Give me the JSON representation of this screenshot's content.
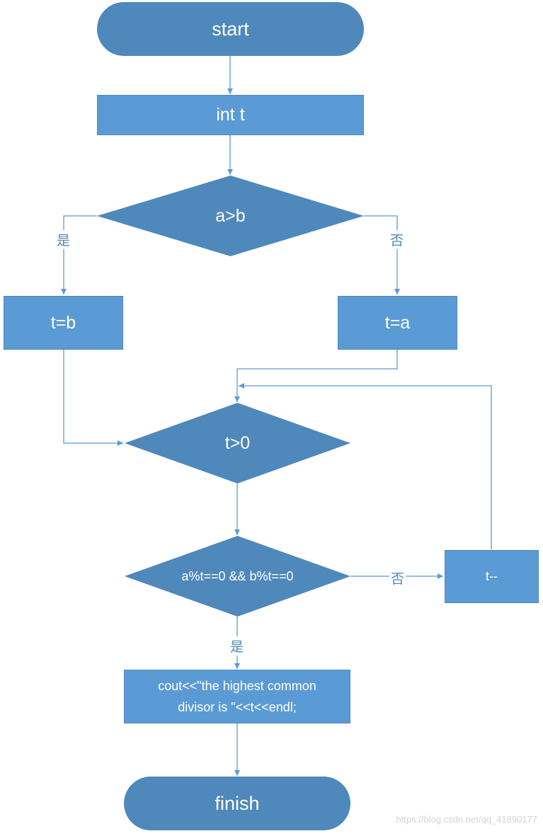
{
  "nodes": {
    "start": "start",
    "decl": "int t",
    "cond_ab": "a>b",
    "assign_b": "t=b",
    "assign_a": "t=a",
    "cond_t": "t>0",
    "cond_mod": "a%t==0 && b%t==0",
    "decrement": "t--",
    "output_line1": "cout<<\"the highest common",
    "output_line2": "divisor is \"<<t<<endl;",
    "finish": "finish"
  },
  "edge_labels": {
    "ab_yes": "是",
    "ab_no": "否",
    "mod_no": "否",
    "mod_yes": "是"
  },
  "watermark": "https://blog.csdn.net/qq_41890177",
  "colors": {
    "terminal": "#4f88bb",
    "process": "#5b9bd5",
    "decision": "#4f88bb",
    "connector": "#5b9bd5"
  }
}
